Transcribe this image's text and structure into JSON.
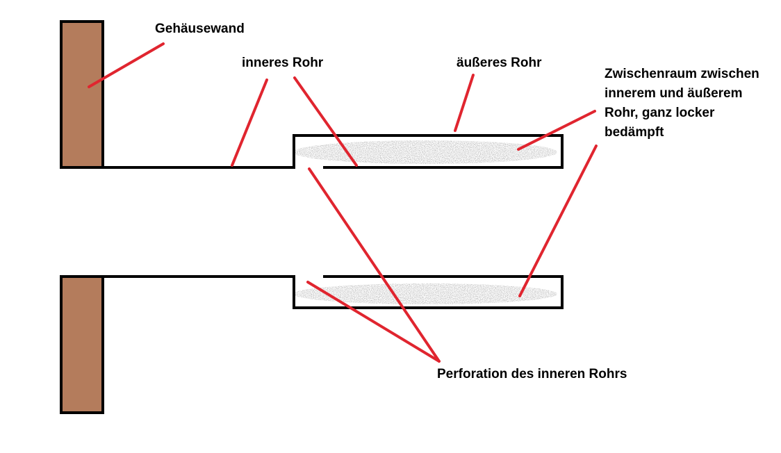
{
  "labels": {
    "housing_wall": "Gehäusewand",
    "inner_tube": "inneres Rohr",
    "outer_tube": "äußeres Rohr",
    "gap": [
      "Zwischenraum zwischen",
      "innerem und äußerem",
      "Rohr, ganz locker",
      "bedämpft"
    ],
    "perforation": "Perforation des inneren Rohrs"
  },
  "colors": {
    "wall_fill": "#b47c5c",
    "outline": "#000000",
    "leader": "#e0252f",
    "damping": "#9a9a9a",
    "background": "#ffffff"
  }
}
